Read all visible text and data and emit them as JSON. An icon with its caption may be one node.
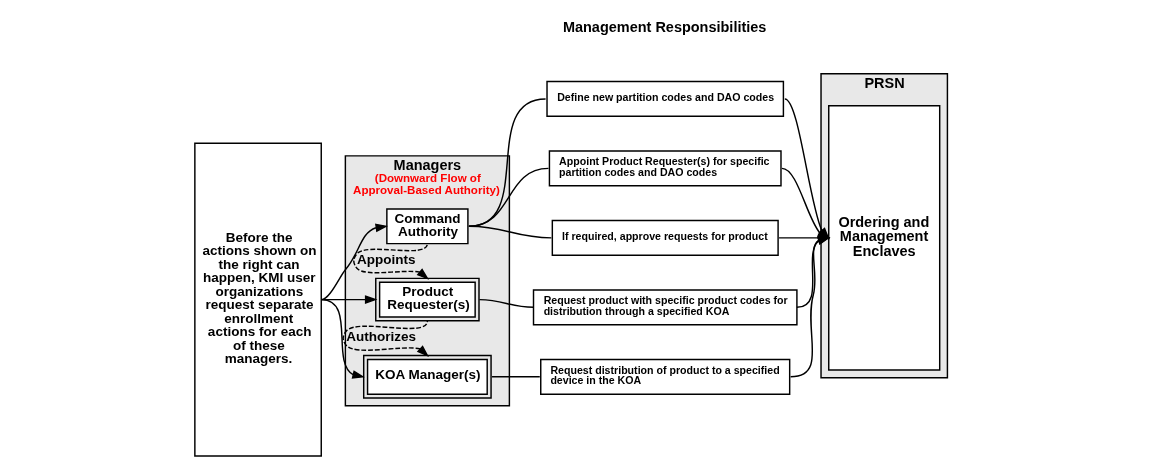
{
  "diagram": {
    "nodes": [
      {
        "text": [
          "Before the actions shown on the right can happen, KMI user organizations request separate enrollment actions for each of these managers."
        ]
      },
      {
        "text": [
          "Managers",
          "(Downward Flow of Approval-Based Authority)"
        ]
      },
      {
        "text": [
          "Command Authority"
        ],
        "in": 1
      },
      {
        "text": [
          "Product Requester(s)"
        ],
        "in": 1
      },
      {
        "text": [
          "KOA Manager(s)"
        ],
        "in": 1
      },
      {
        "text": [
          "Define new partition codes and DAO codes"
        ]
      },
      {
        "text": [
          "Appoint Product Requester(s) for specific partition codes and DAO codes"
        ]
      },
      {
        "text": [
          "If required, approve requests for product"
        ]
      },
      {
        "text": [
          "Request product with specific product codes for distribution through a specified KOA"
        ]
      },
      {
        "text": [
          "Request distribution of product to a specified device in the KOA"
        ]
      },
      {
        "text": [
          "PRSN"
        ]
      },
      {
        "text": [
          "Ordering and Management Enclaves"
        ],
        "in": 10
      }
    ],
    "edges": [
      {
        "from": 0,
        "to": 2,
        "arrow": "to"
      },
      {
        "from": 0,
        "to": 3,
        "arrow": "to"
      },
      {
        "from": 0,
        "to": 4,
        "arrow": "to"
      },
      {
        "from": 2,
        "to": 3,
        "arrow": "to",
        "style": "dashed",
        "label": "Appoints"
      },
      {
        "from": 3,
        "to": 4,
        "arrow": "to",
        "style": "dashed",
        "label": "Authorizes"
      },
      {
        "from": 2,
        "to": 5,
        "arrow": "none"
      },
      {
        "from": 2,
        "to": 6,
        "arrow": "none"
      },
      {
        "from": 2,
        "to": 7,
        "arrow": "none"
      },
      {
        "from": 3,
        "to": 8,
        "arrow": "none"
      },
      {
        "from": 4,
        "to": 9,
        "arrow": "none"
      },
      {
        "from": 5,
        "to": 11,
        "arrow": "to"
      },
      {
        "from": 6,
        "to": 11,
        "arrow": "to"
      },
      {
        "from": 7,
        "to": 11,
        "arrow": "to"
      },
      {
        "from": 8,
        "to": 11,
        "arrow": "to"
      },
      {
        "from": 9,
        "to": 11,
        "arrow": "to"
      }
    ],
    "labels": [
      "Management Responsibilities"
    ]
  }
}
